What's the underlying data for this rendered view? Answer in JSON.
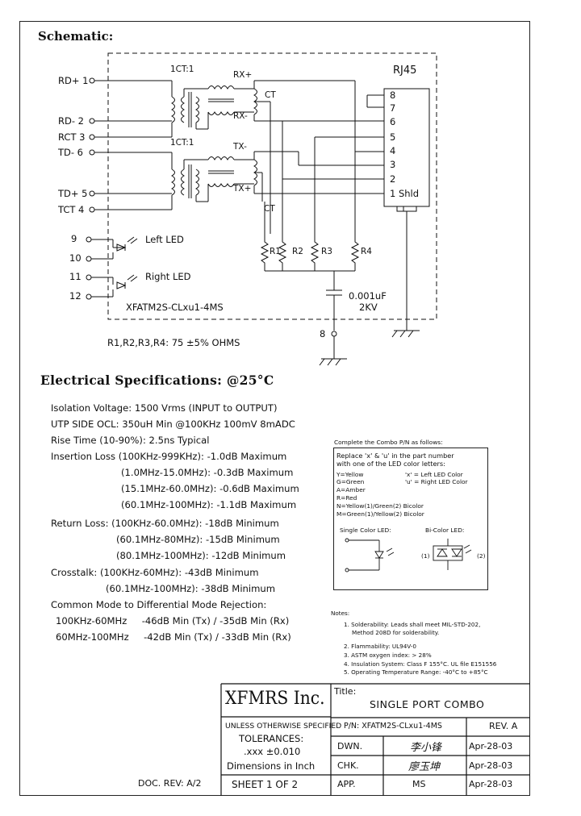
{
  "schematic": {
    "title": "Schematic:",
    "pins_left": {
      "rd_plus": "RD+ 1",
      "rd_minus": "RD- 2",
      "rct": "RCT 3",
      "td_minus": "TD- 6",
      "td_plus": "TD+ 5",
      "tct": "TCT 4"
    },
    "led_pins": [
      "9",
      "10",
      "11",
      "12"
    ],
    "left_led": "Left LED",
    "right_led": "Right LED",
    "ratio_top": "1CT:1",
    "ratio_bottom": "1CT:1",
    "rx_plus": "RX+",
    "rx_minus": "RX-",
    "tx_minus": "TX-",
    "tx_plus": "TX+",
    "ct_top": "CT",
    "ct_bottom": "CT",
    "rj45": "RJ45",
    "rj45_pins": [
      "8",
      "7",
      "6",
      "5",
      "4",
      "3",
      "2",
      "1 Shld"
    ],
    "resistors": [
      "R1",
      "R2",
      "R3",
      "R4"
    ],
    "cap_value": "0.001uF",
    "cap_voltage": "2KV",
    "part_in_box": "XFATM2S-CLxu1-4MS",
    "ground_pin": "8",
    "resistor_note": "R1,R2,R3,R4: 75 ±5% OHMS"
  },
  "electrical": {
    "title": "Electrical   Specifications: @25°C",
    "lines": [
      "Isolation Voltage:  1500 Vrms (INPUT to OUTPUT)",
      "UTP SIDE OCL: 350uH Min @100KHz 100mV 8mADC",
      "Rise Time (10-90%): 2.5ns Typical",
      "Insertion Loss (100KHz-999KHz): -1.0dB Maximum",
      "(1.0MHz-15.0MHz): -0.3dB Maximum",
      "(15.1MHz-60.0MHz): -0.6dB Maximum",
      "(60.1MHz-100MHz): -1.1dB Maximum",
      "Return Loss: (100KHz-60.0MHz): -18dB Minimum",
      "(60.1MHz-80MHz): -15dB Minimum",
      "(80.1MHz-100MHz): -12dB Minimum",
      "Crosstalk: (100KHz-60MHz): -43dB Minimum",
      "(60.1MHz-100MHz): -38dB Minimum",
      "Common Mode to Differential Mode Rejection:",
      "100KHz-60MHz     -46dB Min (Tx) / -35dB Min (Rx)",
      "60MHz-100MHz     -42dB Min (Tx) / -33dB Min (Rx)"
    ]
  },
  "combo": {
    "title": "Complete the Combo P/N as follows:",
    "intro1": "Replace 'x' & 'u' in the part number",
    "intro2": "with one of the LED color letters:",
    "colors": [
      "Y=Yellow",
      "G=Green",
      "A=Amber",
      "R=Red",
      "N=Yellow(1)/Green(2) Bicolor",
      "M=Green(1)/Yellow(2) Bicolor"
    ],
    "x_note": "'x' = Left LED Color",
    "u_note": "'u' = Right LED Color",
    "single_label": "Single Color LED:",
    "bi_label": "Bi-Color LED:",
    "bi_1": "(1)",
    "bi_2": "(2)"
  },
  "notes": {
    "title": "Notes:",
    "items": [
      "1. Solderability: Leads shall meet MIL-STD-202,",
      "Method 208D for solderability.",
      "2. Flammability: UL94V-0",
      "3. ASTM oxygen index: > 28%",
      "4. Insulation System: Class F 155°C. UL file E151556",
      "5. Operating Temperature Range: -40°C to +85°C"
    ]
  },
  "title_block": {
    "company": "XFMRS Inc.",
    "title_label": "Title:",
    "title_value": "SINGLE PORT COMBO",
    "unless": "UNLESS OTHERWISE SPECIFIED",
    "tolerances": "TOLERANCES:",
    "tol_value": ".xxx ±0.010",
    "dims": "Dimensions in Inch",
    "sheet": "SHEET  1  OF  2",
    "pn": "P/N: XFATM2S-CLxu1-4MS",
    "rev": "REV. A",
    "dwn_label": "DWN.",
    "chk_label": "CHK.",
    "app_label": "APP.",
    "dwn_sig": "李小锋",
    "chk_sig": "廖玉坤",
    "app_value": "MS",
    "dwn_date": "Apr-28-03",
    "chk_date": "Apr-28-03",
    "app_date": "Apr-28-03",
    "doc_rev": "DOC. REV: A/2"
  }
}
